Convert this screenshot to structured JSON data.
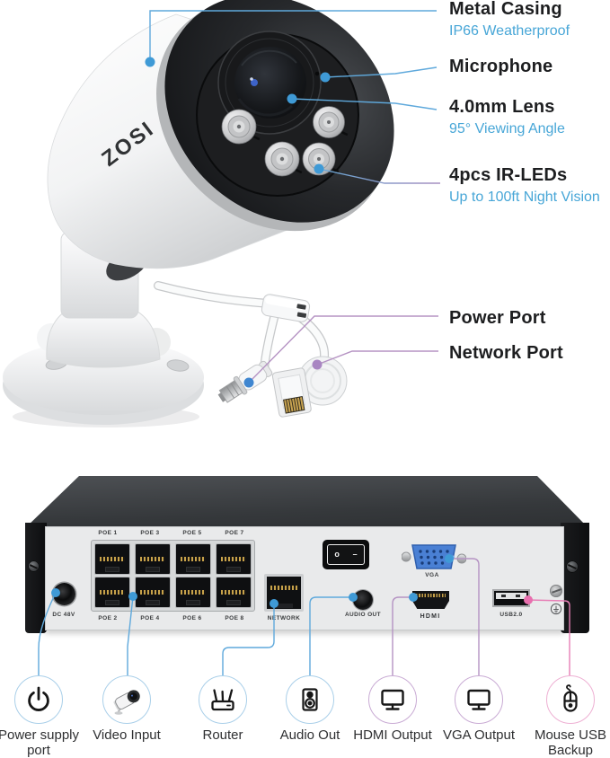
{
  "camera": {
    "brand": "ZOSI",
    "callouts": [
      {
        "label": "Metal Casing",
        "sub": "IP66 Weatherproof"
      },
      {
        "label": "Microphone"
      },
      {
        "label": "4.0mm Lens",
        "sub": "95° Viewing Angle"
      },
      {
        "label": "4pcs IR-LEDs",
        "sub": "Up to 100ft Night Vision"
      },
      {
        "label": "Power Port"
      },
      {
        "label": "Network Port"
      }
    ]
  },
  "nvr": {
    "poe_top": [
      "POE 1",
      "POE 3",
      "POE 5",
      "POE 7"
    ],
    "poe_bottom": [
      "POE 2",
      "POE 4",
      "POE 6",
      "POE 8"
    ],
    "dc_label": "DC 48V",
    "network_label": "NETWORK",
    "audio_label": "AUDIO OUT",
    "hdmi_label": "HDMI",
    "vga_label": "VGA",
    "usb_label": "USB2.0",
    "switch": {
      "left": "o",
      "right": "–"
    }
  },
  "legend": {
    "items": [
      {
        "label": "Power supply port",
        "icon": "power-icon"
      },
      {
        "label": "Video Input",
        "icon": "bullet-camera-icon"
      },
      {
        "label": "Router",
        "icon": "router-icon"
      },
      {
        "label": "Audio Out",
        "icon": "speaker-icon"
      },
      {
        "label": "HDMI Output",
        "icon": "monitor-icon"
      },
      {
        "label": "VGA Output",
        "icon": "monitor-icon"
      },
      {
        "label": "Mouse USB Backup",
        "icon": "mouse-icon"
      }
    ]
  },
  "colors": {
    "accent_blue": "#47a6d7",
    "leader_blue": "#5fa9dc",
    "leader_purple": "#b593c3",
    "leader_pink": "#e77fb6",
    "dot_blue": "#3f9ad6",
    "dot_purple": "#a986c2",
    "dot_pink": "#e86fae",
    "vga_port_blue": "#4a80d4"
  }
}
